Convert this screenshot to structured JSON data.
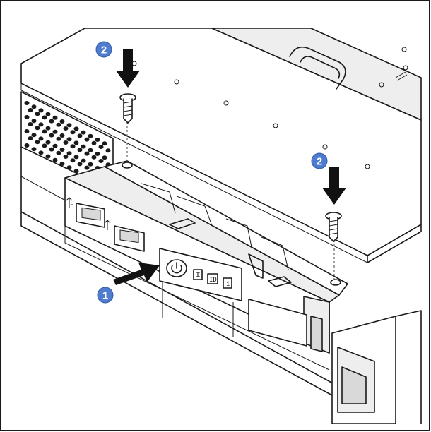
{
  "steps": {
    "step1": "1",
    "step2a": "2",
    "step2b": "2"
  },
  "panel": {
    "id_label": "ID",
    "info_label": "i"
  },
  "colors": {
    "step_badge": "#4f7ccf",
    "line": "#1a1a1a",
    "frame": "#1a1a1a"
  },
  "icons": [
    "power-icon",
    "usb-icon",
    "network-icon",
    "screw-icon",
    "down-arrow-icon",
    "right-arrow-icon"
  ]
}
